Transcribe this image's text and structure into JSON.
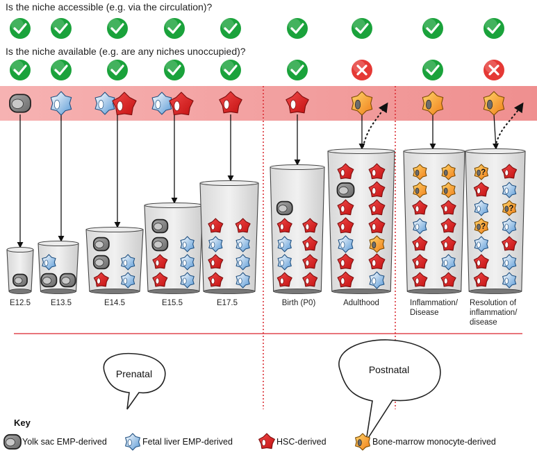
{
  "questions": {
    "accessible": "Is the niche accessible (e.g. via the circulation)?",
    "available": "Is the niche available (e.g. are any niches unoccupied)?"
  },
  "accessible_marks": [
    "check",
    "check",
    "check",
    "check",
    "check",
    "check",
    "check",
    "check",
    "check"
  ],
  "available_marks": [
    "check",
    "check",
    "check",
    "check",
    "check",
    "check",
    "cross",
    "check",
    "cross"
  ],
  "stages": [
    {
      "label": "E12.5",
      "top_cell": "yolk",
      "cells": [
        "yolk"
      ]
    },
    {
      "label": "E13.5",
      "top_cell": "fetal",
      "cells": [
        "yolk",
        "yolk",
        "fetal"
      ]
    },
    {
      "label": "E14.5",
      "top_cell": "fetal+hsc",
      "cells": [
        "hsc",
        "fetal",
        "yolk",
        "fetal",
        "yolk"
      ]
    },
    {
      "label": "E15.5",
      "top_cell": "fetal+hsc",
      "cells": [
        "hsc",
        "fetal",
        "hsc",
        "fetal",
        "yolk",
        "fetal",
        "yolk"
      ]
    },
    {
      "label": "E17.5",
      "top_cell": "hsc",
      "cells": [
        "hsc",
        "fetal",
        "hsc",
        "fetal",
        "fetal",
        "fetal",
        "hsc",
        "hsc"
      ]
    },
    {
      "label": "Birth (P0)",
      "top_cell": "hsc",
      "cells": [
        "hsc",
        "hsc",
        "fetal",
        "hsc",
        "fetal",
        "hsc",
        "hsc",
        "hsc",
        "yolk"
      ]
    },
    {
      "label": "Adulthood",
      "top_cell": "bm",
      "cells": [
        "hsc",
        "fetal",
        "hsc",
        "hsc",
        "fetal",
        "bm",
        "hsc",
        "hsc",
        "hsc",
        "hsc",
        "yolk",
        "hsc",
        "hsc",
        "hsc"
      ]
    },
    {
      "label": "Inflammation/\nDisease",
      "top_cell": "bm",
      "cells": [
        "hsc",
        "hsc",
        "hsc",
        "fetal",
        "hsc",
        "hsc",
        "fetal",
        "hsc",
        "hsc",
        "hsc",
        "bm",
        "bm",
        "bm",
        "bm"
      ]
    },
    {
      "label": "Resolution of\ninflammation/\ndisease",
      "top_cell": "bm",
      "cells": [
        "hsc",
        "fetal",
        "hsc",
        "fetal",
        "fetal",
        "hsc",
        "bm?",
        "fetal",
        "fetal",
        "bm?",
        "hsc",
        "fetal",
        "bm?",
        "hsc"
      ]
    }
  ],
  "labels_display": [
    "E12.5",
    "E13.5",
    "E14.5",
    "E15.5",
    "E17.5",
    "Birth (P0)",
    "Adulthood",
    "Inflammation/",
    "Disease",
    "Resolution of",
    "inflammation/",
    "disease"
  ],
  "periods": {
    "prenatal": "Prenatal",
    "postnatal": "Postnatal"
  },
  "key": {
    "title": "Key",
    "items": [
      {
        "type": "yolk",
        "label": "Yolk sac EMP-derived"
      },
      {
        "type": "fetal",
        "label": "Fetal liver EMP-derived"
      },
      {
        "type": "hsc",
        "label": "HSC-derived"
      },
      {
        "type": "bm",
        "label": "Bone-marrow monocyte-derived"
      }
    ]
  },
  "colors": {
    "yolk": "#8a8a8a",
    "fetal": "#7fb2e0",
    "hsc": "#e41f1f",
    "bm": "#f4a21a",
    "check": "#1aa23b",
    "cross": "#e53935",
    "band": "#f09b9b",
    "divider": "#d9232a"
  }
}
